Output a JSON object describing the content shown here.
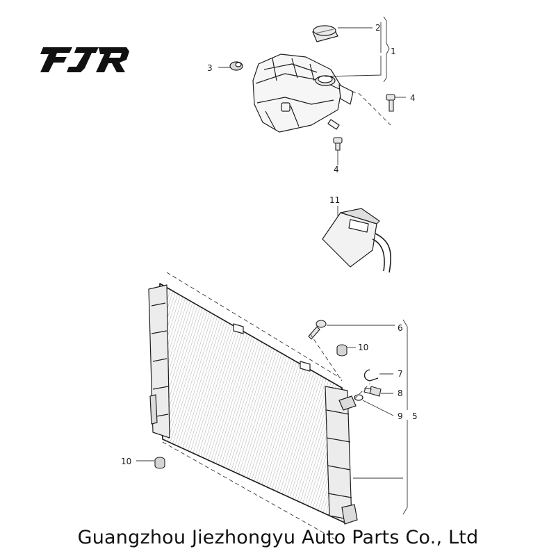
{
  "logo": {
    "text": "FJR"
  },
  "diagram": {
    "callouts": {
      "c1": "1",
      "c2": "2",
      "c3": "3",
      "c4_upper": "4",
      "c4_lower": "4",
      "c5": "5",
      "c6": "6",
      "c7": "7",
      "c8": "8",
      "c9": "9",
      "c10_upper": "10",
      "c10_lower": "10",
      "c11": "11"
    }
  },
  "footer": {
    "company": "Guangzhou Jiezhongyu Auto Parts Co., Ltd"
  }
}
